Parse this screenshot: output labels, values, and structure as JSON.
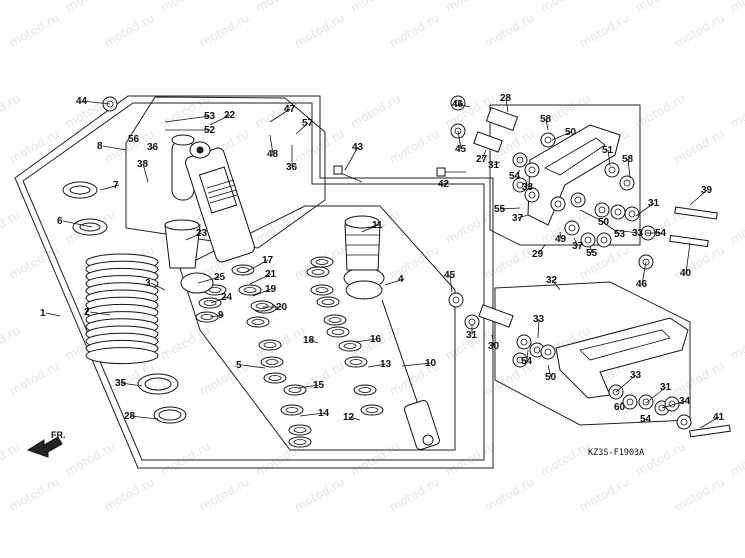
{
  "diagram": {
    "diagram_code": "KZ3S-F1903A",
    "direction_label": "FR.",
    "watermark": "motod.ru",
    "callouts": [
      "44",
      "53",
      "52",
      "22",
      "47",
      "57",
      "56",
      "36",
      "48",
      "36",
      "43",
      "8",
      "38",
      "7",
      "6",
      "23",
      "11",
      "17",
      "21",
      "19",
      "25",
      "24",
      "20",
      "9",
      "3",
      "2",
      "1",
      "4",
      "16",
      "18",
      "5",
      "13",
      "10",
      "15",
      "14",
      "12",
      "35",
      "28",
      "46",
      "28",
      "45",
      "58",
      "50",
      "27",
      "31",
      "42",
      "54",
      "33",
      "51",
      "58",
      "39",
      "55",
      "37",
      "50",
      "53",
      "33",
      "31",
      "49",
      "37",
      "55",
      "29",
      "54",
      "40",
      "46",
      "45",
      "32",
      "33",
      "31",
      "30",
      "54",
      "50",
      "33",
      "60",
      "31",
      "34",
      "41",
      "54",
      "50"
    ]
  }
}
